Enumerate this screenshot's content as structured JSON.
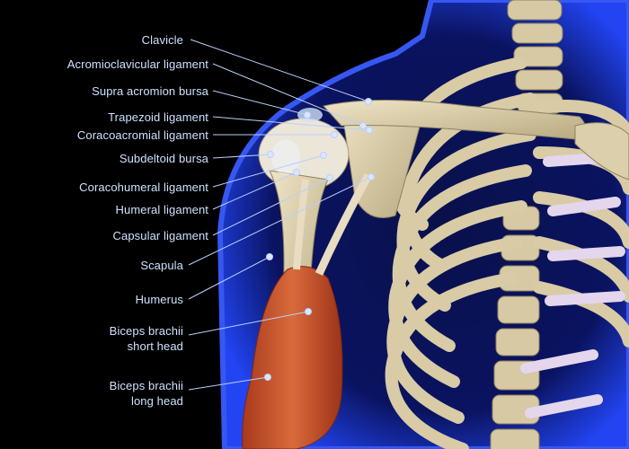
{
  "colors": {
    "background": "#000000",
    "skin_glow": "#1e3cff",
    "bone": "#d9ccaa",
    "bone_shadow": "#a89a74",
    "cartilage": "#e7d8ef",
    "muscle": "#c8502c",
    "label_text": "#cfe1ff",
    "leader_line": "#b9d0ff"
  },
  "labels": [
    {
      "id": "clavicle",
      "text": "Clavicle"
    },
    {
      "id": "acromioclavicular-ligament",
      "text": "Acromioclavicular ligament"
    },
    {
      "id": "supra-acromion-bursa",
      "text": "Supra acromion bursa"
    },
    {
      "id": "trapezoid-ligament",
      "text": "Trapezoid ligament"
    },
    {
      "id": "coracoacromial-ligament",
      "text": "Coracoacromial ligament"
    },
    {
      "id": "subdeltoid-bursa",
      "text": "Subdeltoid bursa"
    },
    {
      "id": "coracohumeral-ligament",
      "text": "Coracohumeral ligament"
    },
    {
      "id": "humeral-ligament",
      "text": "Humeral ligament"
    },
    {
      "id": "capsular-ligament",
      "text": "Capsular ligament"
    },
    {
      "id": "scapula",
      "text": "Scapula"
    },
    {
      "id": "humerus",
      "text": "Humerus"
    },
    {
      "id": "biceps-short-head",
      "line1": "Biceps brachii",
      "line2": "short head"
    },
    {
      "id": "biceps-long-head",
      "line1": "Biceps brachii",
      "line2": "long head"
    }
  ]
}
